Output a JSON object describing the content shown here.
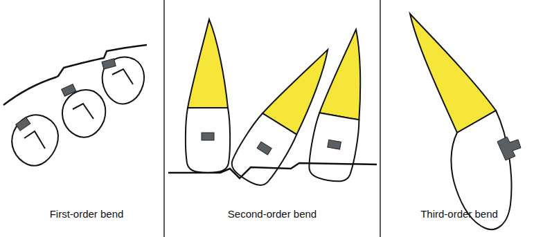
{
  "diagram": {
    "labels": [
      "First-order bend",
      "Second-order bend",
      "Third-order bend"
    ]
  }
}
